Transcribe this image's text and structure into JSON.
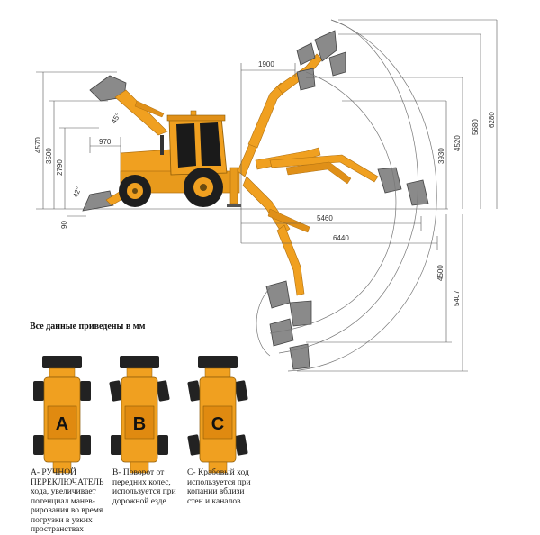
{
  "note": "Все данные приведены в мм",
  "dims": {
    "h4570": "4570",
    "h3500": "3500",
    "h2790": "2790",
    "d970": "970",
    "a42": "42°",
    "a45": "45°",
    "d90": "90",
    "d1900": "1900",
    "h3930": "3930",
    "h4520": "4520",
    "h5680": "5680",
    "h6280": "6280",
    "d5460": "5460",
    "d6440": "6440",
    "h4500": "4500",
    "h5407": "5407"
  },
  "modes": [
    {
      "letter": "A",
      "caption": [
        "А- РУЧНОЙ",
        "ПЕРЕКЛЮЧАТЕЛЬ",
        "хода, увеличивает",
        "потенциал манев-",
        "рирования во время",
        "погрузки в узких",
        "пространствах"
      ]
    },
    {
      "letter": "B",
      "caption": [
        "В- Поворот от",
        "передних колес,",
        "используется при",
        "дорожной езде"
      ]
    },
    {
      "letter": "C",
      "caption": [
        "С- Крабовый ход",
        "используется при",
        "копании вблизи",
        "стен и каналов"
      ]
    }
  ],
  "colors": {
    "machine": "#F0A020",
    "machine_dark": "#C87A10",
    "tire": "#1E1E1E",
    "bucket": "#8A8A8A"
  }
}
